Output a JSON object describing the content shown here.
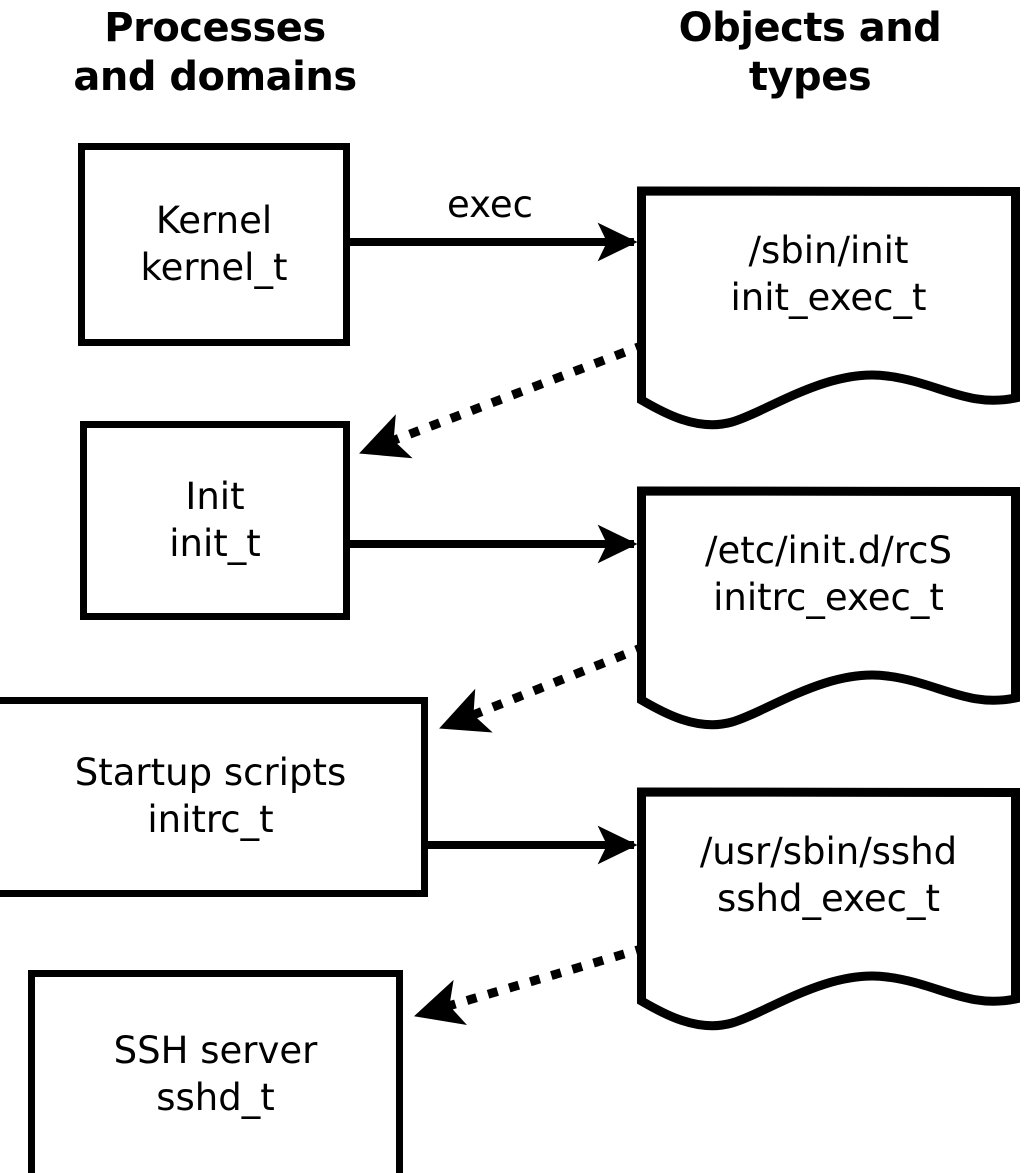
{
  "headers": {
    "left": "Processes\nand domains",
    "right": "Objects and\ntypes"
  },
  "colors": {
    "stroke": "#000000",
    "fill": "#ffffff",
    "text": "#000000"
  },
  "processes": [
    {
      "id": "kernel",
      "title": "Kernel",
      "type": "kernel_t"
    },
    {
      "id": "init",
      "title": "Init",
      "type": "init_t"
    },
    {
      "id": "initrc",
      "title": "Startup scripts",
      "type": "initrc_t"
    },
    {
      "id": "sshd",
      "title": "SSH server",
      "type": "sshd_t"
    }
  ],
  "objects": [
    {
      "id": "init_exec",
      "path": "/sbin/init",
      "type": "init_exec_t"
    },
    {
      "id": "initrc_exec",
      "path": "/etc/init.d/rcS",
      "type": "initrc_exec_t"
    },
    {
      "id": "sshd_exec",
      "path": "/usr/sbin/sshd",
      "type": "sshd_exec_t"
    }
  ],
  "edges": [
    {
      "id": "kernel-exec-init",
      "from": "kernel",
      "to": "init_exec",
      "style": "solid",
      "label": "exec"
    },
    {
      "id": "initexec-transition-init",
      "from": "init_exec",
      "to": "init",
      "style": "dotted",
      "label": ""
    },
    {
      "id": "init-exec-initrc",
      "from": "init",
      "to": "initrc_exec",
      "style": "solid",
      "label": ""
    },
    {
      "id": "initrcexec-trans-initrc",
      "from": "initrc_exec",
      "to": "initrc",
      "style": "dotted",
      "label": ""
    },
    {
      "id": "initrc-exec-sshd",
      "from": "initrc",
      "to": "sshd_exec",
      "style": "solid",
      "label": ""
    },
    {
      "id": "sshdexec-trans-sshd",
      "from": "sshd_exec",
      "to": "sshd",
      "style": "dotted",
      "label": ""
    }
  ]
}
